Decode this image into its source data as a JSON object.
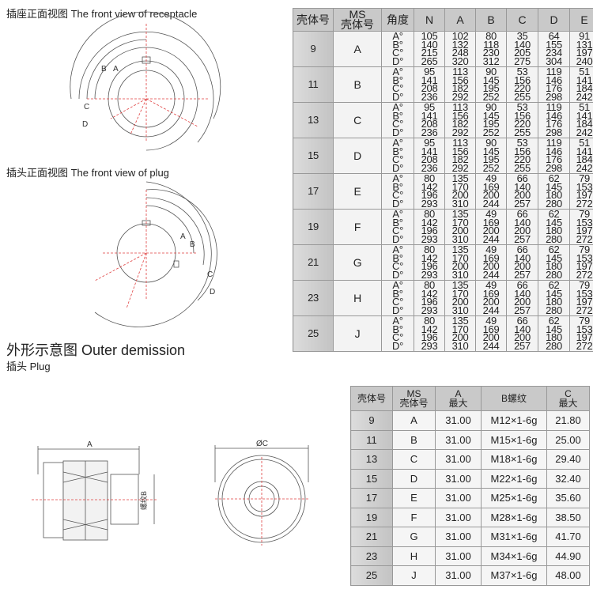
{
  "captions": {
    "receptacle": "插座正面视图 The front view of receptacle",
    "plug": "插头正面视图 The front view of plug",
    "outer": "外形示意图 Outer demission",
    "plug_sub": "插头 Plug"
  },
  "drawing_labels": {
    "A": "A",
    "B": "B",
    "C": "C",
    "D": "D",
    "dimA": "A",
    "dimC": "ØC",
    "threadB": "螺纹B"
  },
  "angle_table": {
    "headers": [
      "壳体号",
      "MS 壳体号",
      "角度",
      "N",
      "A",
      "B",
      "C",
      "D",
      "E"
    ],
    "angle_labels": [
      "A°",
      "B°",
      "C°",
      "D°"
    ],
    "rows": [
      {
        "size": "9",
        "ms": "A",
        "values": [
          [
            "105",
            "140",
            "215",
            "265"
          ],
          [
            "102",
            "132",
            "248",
            "320"
          ],
          [
            "80",
            "118",
            "230",
            "312"
          ],
          [
            "35",
            "140",
            "205",
            "275"
          ],
          [
            "64",
            "155",
            "234",
            "304"
          ],
          [
            "91",
            "131",
            "197",
            "240"
          ]
        ]
      },
      {
        "size": "11",
        "ms": "B",
        "values": [
          [
            "95",
            "141",
            "208",
            "236"
          ],
          [
            "113",
            "156",
            "182",
            "292"
          ],
          [
            "90",
            "145",
            "195",
            "252"
          ],
          [
            "53",
            "156",
            "220",
            "255"
          ],
          [
            "119",
            "146",
            "176",
            "298"
          ],
          [
            "51",
            "141",
            "184",
            "242"
          ]
        ]
      },
      {
        "size": "13",
        "ms": "C",
        "values": [
          [
            "95",
            "141",
            "208",
            "236"
          ],
          [
            "113",
            "156",
            "182",
            "292"
          ],
          [
            "90",
            "145",
            "195",
            "252"
          ],
          [
            "53",
            "156",
            "220",
            "255"
          ],
          [
            "119",
            "146",
            "176",
            "298"
          ],
          [
            "51",
            "141",
            "184",
            "242"
          ]
        ]
      },
      {
        "size": "15",
        "ms": "D",
        "values": [
          [
            "95",
            "141",
            "208",
            "236"
          ],
          [
            "113",
            "156",
            "182",
            "292"
          ],
          [
            "90",
            "145",
            "195",
            "252"
          ],
          [
            "53",
            "156",
            "220",
            "255"
          ],
          [
            "119",
            "146",
            "176",
            "298"
          ],
          [
            "51",
            "141",
            "184",
            "242"
          ]
        ]
      },
      {
        "size": "17",
        "ms": "E",
        "values": [
          [
            "80",
            "142",
            "196",
            "293"
          ],
          [
            "135",
            "170",
            "200",
            "310"
          ],
          [
            "49",
            "169",
            "200",
            "244"
          ],
          [
            "66",
            "140",
            "200",
            "257"
          ],
          [
            "62",
            "145",
            "180",
            "280"
          ],
          [
            "79",
            "153",
            "197",
            "272"
          ]
        ]
      },
      {
        "size": "19",
        "ms": "F",
        "values": [
          [
            "80",
            "142",
            "196",
            "293"
          ],
          [
            "135",
            "170",
            "200",
            "310"
          ],
          [
            "49",
            "169",
            "200",
            "244"
          ],
          [
            "66",
            "140",
            "200",
            "257"
          ],
          [
            "62",
            "145",
            "180",
            "280"
          ],
          [
            "79",
            "153",
            "197",
            "272"
          ]
        ]
      },
      {
        "size": "21",
        "ms": "G",
        "values": [
          [
            "80",
            "142",
            "196",
            "293"
          ],
          [
            "135",
            "170",
            "200",
            "310"
          ],
          [
            "49",
            "169",
            "200",
            "244"
          ],
          [
            "66",
            "140",
            "200",
            "257"
          ],
          [
            "62",
            "145",
            "180",
            "280"
          ],
          [
            "79",
            "153",
            "197",
            "272"
          ]
        ]
      },
      {
        "size": "23",
        "ms": "H",
        "values": [
          [
            "80",
            "142",
            "196",
            "293"
          ],
          [
            "135",
            "170",
            "200",
            "310"
          ],
          [
            "49",
            "169",
            "200",
            "244"
          ],
          [
            "66",
            "140",
            "200",
            "257"
          ],
          [
            "62",
            "145",
            "180",
            "280"
          ],
          [
            "79",
            "153",
            "197",
            "272"
          ]
        ]
      },
      {
        "size": "25",
        "ms": "J",
        "values": [
          [
            "80",
            "142",
            "196",
            "293"
          ],
          [
            "135",
            "170",
            "200",
            "310"
          ],
          [
            "49",
            "169",
            "200",
            "244"
          ],
          [
            "66",
            "140",
            "200",
            "257"
          ],
          [
            "62",
            "145",
            "180",
            "280"
          ],
          [
            "79",
            "153",
            "197",
            "272"
          ]
        ]
      }
    ]
  },
  "dim_table": {
    "headers": [
      "壳体号",
      "MS 壳体号",
      "A 最大",
      "B螺纹",
      "C 最大"
    ],
    "rows": [
      [
        "9",
        "A",
        "31.00",
        "M12×1-6g",
        "21.80"
      ],
      [
        "11",
        "B",
        "31.00",
        "M15×1-6g",
        "25.00"
      ],
      [
        "13",
        "C",
        "31.00",
        "M18×1-6g",
        "29.40"
      ],
      [
        "15",
        "D",
        "31.00",
        "M22×1-6g",
        "32.40"
      ],
      [
        "17",
        "E",
        "31.00",
        "M25×1-6g",
        "35.60"
      ],
      [
        "19",
        "F",
        "31.00",
        "M28×1-6g",
        "38.50"
      ],
      [
        "21",
        "G",
        "31.00",
        "M31×1-6g",
        "41.70"
      ],
      [
        "23",
        "H",
        "31.00",
        "M34×1-6g",
        "44.90"
      ],
      [
        "25",
        "J",
        "31.00",
        "M37×1-6g",
        "48.00"
      ]
    ]
  }
}
